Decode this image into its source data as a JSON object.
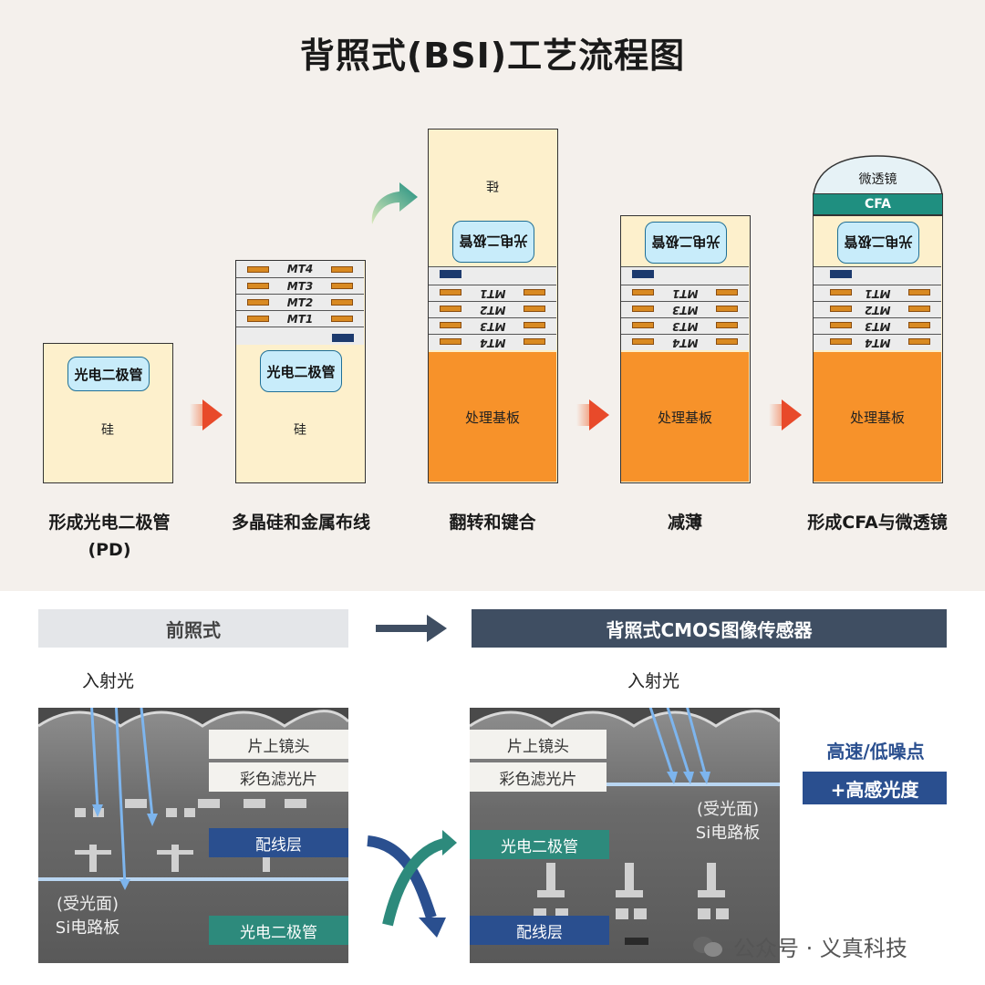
{
  "title": "背照式(BSI)工艺流程图",
  "steps": [
    {
      "caption": "形成光电二极管\n(PD)"
    },
    {
      "caption": "多晶硅和金属布线"
    },
    {
      "caption": "翻转和键合"
    },
    {
      "caption": "减薄"
    },
    {
      "caption": "形成CFA与微透镜"
    }
  ],
  "labels": {
    "photodiode": "光电二极管",
    "silicon": "硅",
    "substrate": "处理基板",
    "cfa": "CFA",
    "microlens": "微透镜",
    "mt1": "MT1",
    "mt2": "MT2",
    "mt3": "MT3",
    "mt4": "MT4"
  },
  "bottom": {
    "fsi_banner": "前照式",
    "bsi_banner": "背照式CMOS图像传感器",
    "incident_light": "入射光",
    "on_chip_lens": "片上镜头",
    "color_filter": "彩色滤光片",
    "wiring_layer": "配线层",
    "photodiode": "光电二极管",
    "receiving_surface": "(受光面)",
    "si_board": "Si电路板",
    "feature1": "高速/低噪点",
    "feature2": "+高感光度"
  },
  "watermark": "公众号 · 义真科技",
  "colors": {
    "substrate": "#f7922a",
    "silicon": "#fdf0cc",
    "banner_dark": "#3f4e62",
    "blue_layer": "#2a4f8f",
    "teal_layer": "#2d8a7c"
  }
}
